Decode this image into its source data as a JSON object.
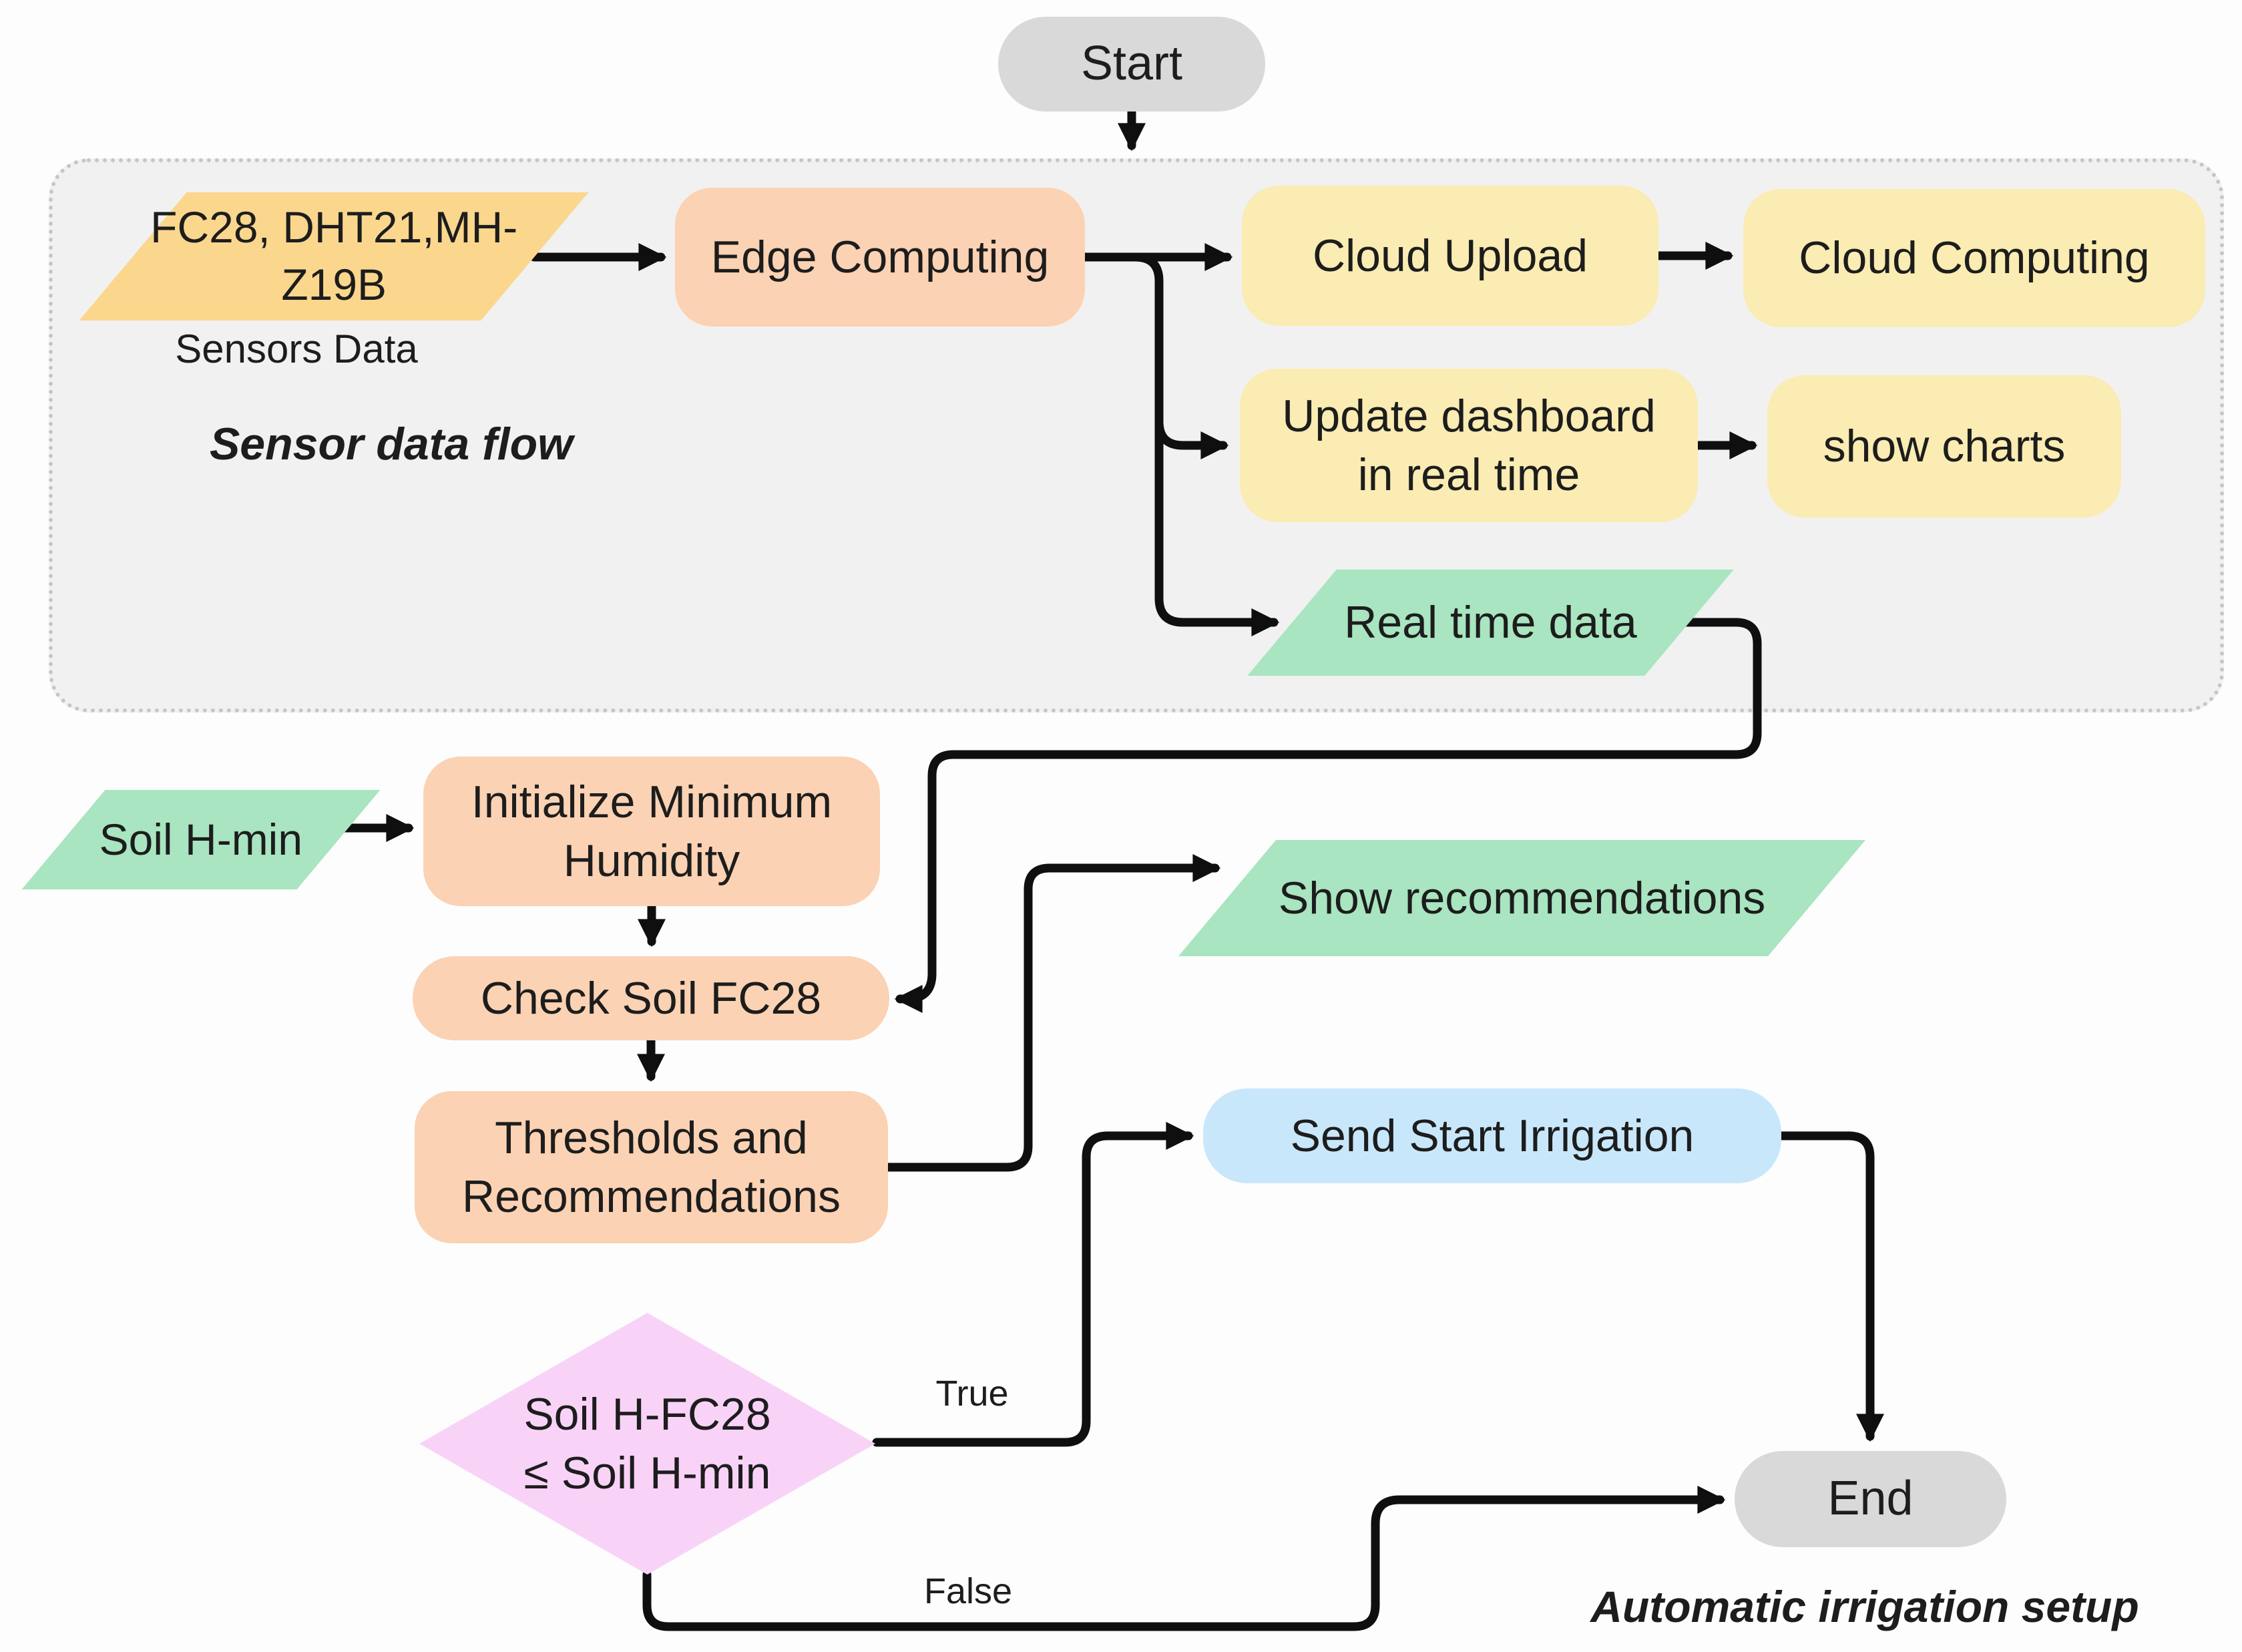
{
  "diagram": {
    "captions": {
      "sensor_flow": "Sensor data flow",
      "automatic_irrigation": "Automatic irrigation setup",
      "sensors_data": "Sensors Data"
    },
    "nodes": {
      "start": "Start",
      "sensors_input_line1": "FC28, DHT21,MH-",
      "sensors_input_line2": "Z19B",
      "edge_computing": "Edge Computing",
      "cloud_upload": "Cloud Upload",
      "cloud_computing": "Cloud Computing",
      "update_dashboard_line1": "Update dashboard",
      "update_dashboard_line2": "in real time",
      "show_charts": "show charts",
      "real_time_data": "Real time data",
      "soil_h_min": "Soil H-min",
      "initialize_line1": "Initialize Minimum",
      "initialize_line2": "Humidity",
      "check_soil": "Check Soil FC28",
      "thresholds_line1": "Thresholds and",
      "thresholds_line2": "Recommendations",
      "show_recommendations": "Show recommendations",
      "send_start_irrigation": "Send Start Irrigation",
      "decision_line1": "Soil H-FC28",
      "decision_line2": "≤ Soil H-min",
      "end": "End"
    },
    "edge_labels": {
      "true": "True",
      "false": "False"
    },
    "colors": {
      "terminator_gray": "#d9d9d9",
      "process_peach": "#fbd2b3",
      "cloud_yellow": "#faecb2",
      "input_orange": "#fbd78e",
      "data_green": "#a8e5c0",
      "action_blue": "#c9e7fb",
      "decision_pink": "#f9d3f7",
      "container_fill": "#f1f1f1",
      "container_border": "#c6c6c6",
      "connector_black": "#0f0f0f"
    }
  }
}
